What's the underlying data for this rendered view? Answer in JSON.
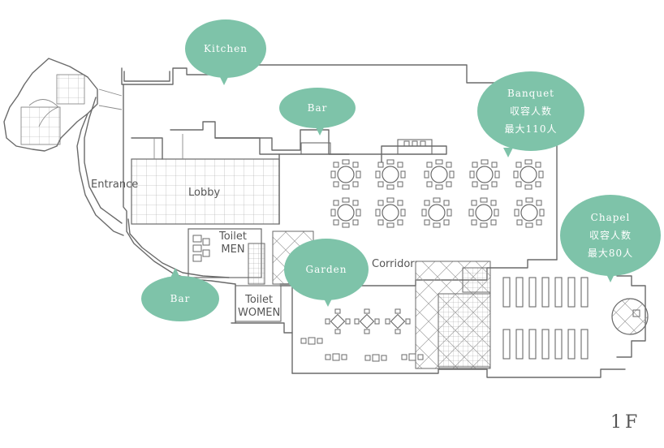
{
  "bubbles": {
    "kitchen": {
      "lines": [
        "Kitchen"
      ]
    },
    "bar_top": {
      "lines": [
        "Bar"
      ]
    },
    "banquet": {
      "lines": [
        "Banquet",
        "収容人数",
        "最大110人"
      ]
    },
    "chapel": {
      "lines": [
        "Chapel",
        "収容人数",
        "最大80人"
      ]
    },
    "garden": {
      "lines": [
        "Garden"
      ]
    },
    "bar_left": {
      "lines": [
        "Bar"
      ]
    }
  },
  "rooms": {
    "entrance": "Entrance",
    "lobby": "Lobby",
    "toilet_men": [
      "Toilet",
      "MEN"
    ],
    "toilet_women": [
      "Toilet",
      "WOMEN"
    ],
    "corridor": "Corridor"
  },
  "floor": "1F",
  "colors": {
    "bubble": "#7ec3a9",
    "line": "#6a6a6a",
    "text": "#555555"
  }
}
